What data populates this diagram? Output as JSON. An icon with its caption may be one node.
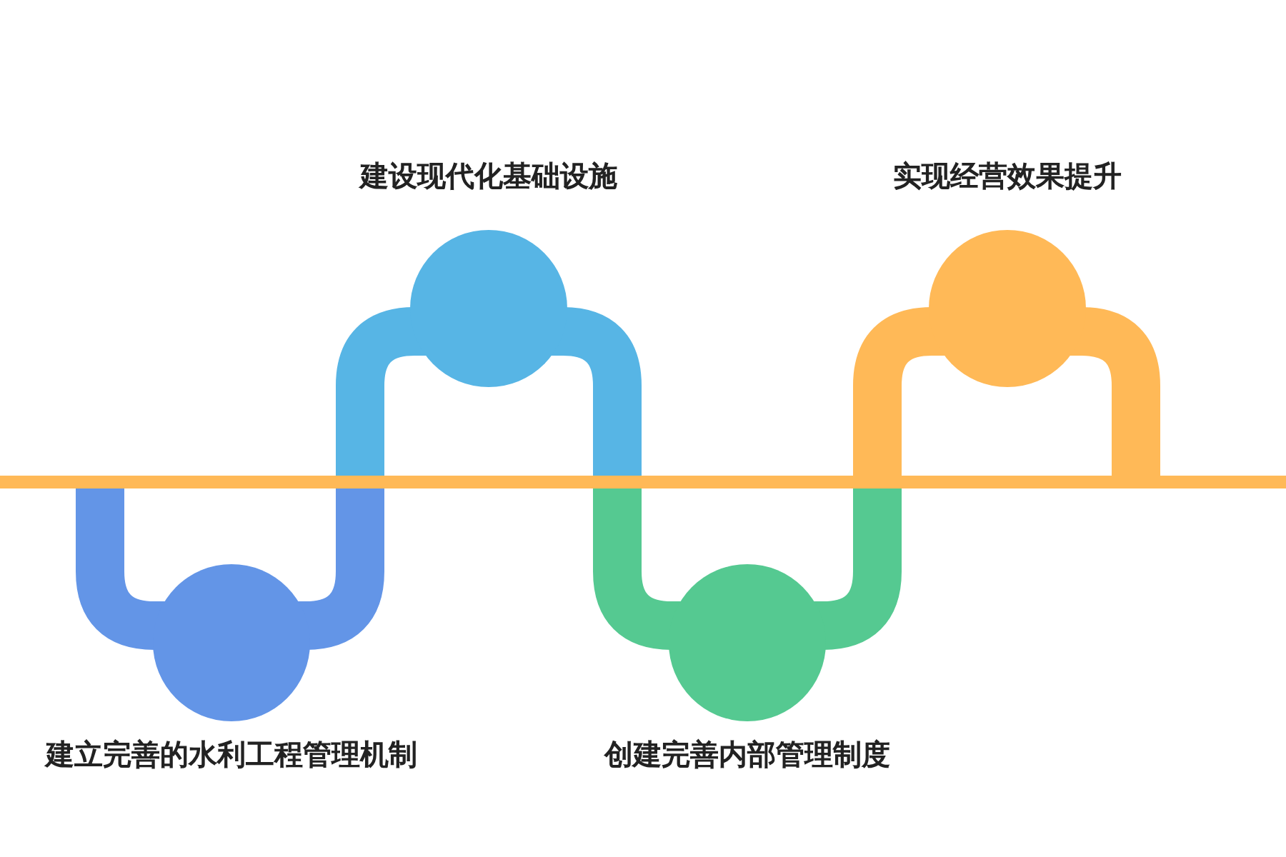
{
  "diagram": {
    "nodes": [
      {
        "text": [
          "建立完善的水利工程管理机制"
        ]
      },
      {
        "text": [
          "建设现代化基础设施"
        ]
      },
      {
        "text": [
          "创建完善内部管理制度"
        ]
      },
      {
        "text": [
          "实现经营效果提升"
        ]
      }
    ]
  }
}
